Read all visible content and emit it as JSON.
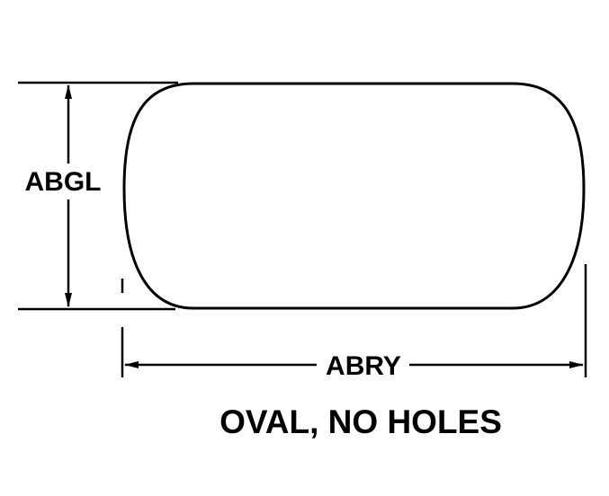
{
  "figure": {
    "height_label": "ABGL",
    "width_label": "ABRY",
    "caption": "OVAL, NO HOLES"
  },
  "colors": {
    "ink": "#000000",
    "background": "#ffffff"
  }
}
